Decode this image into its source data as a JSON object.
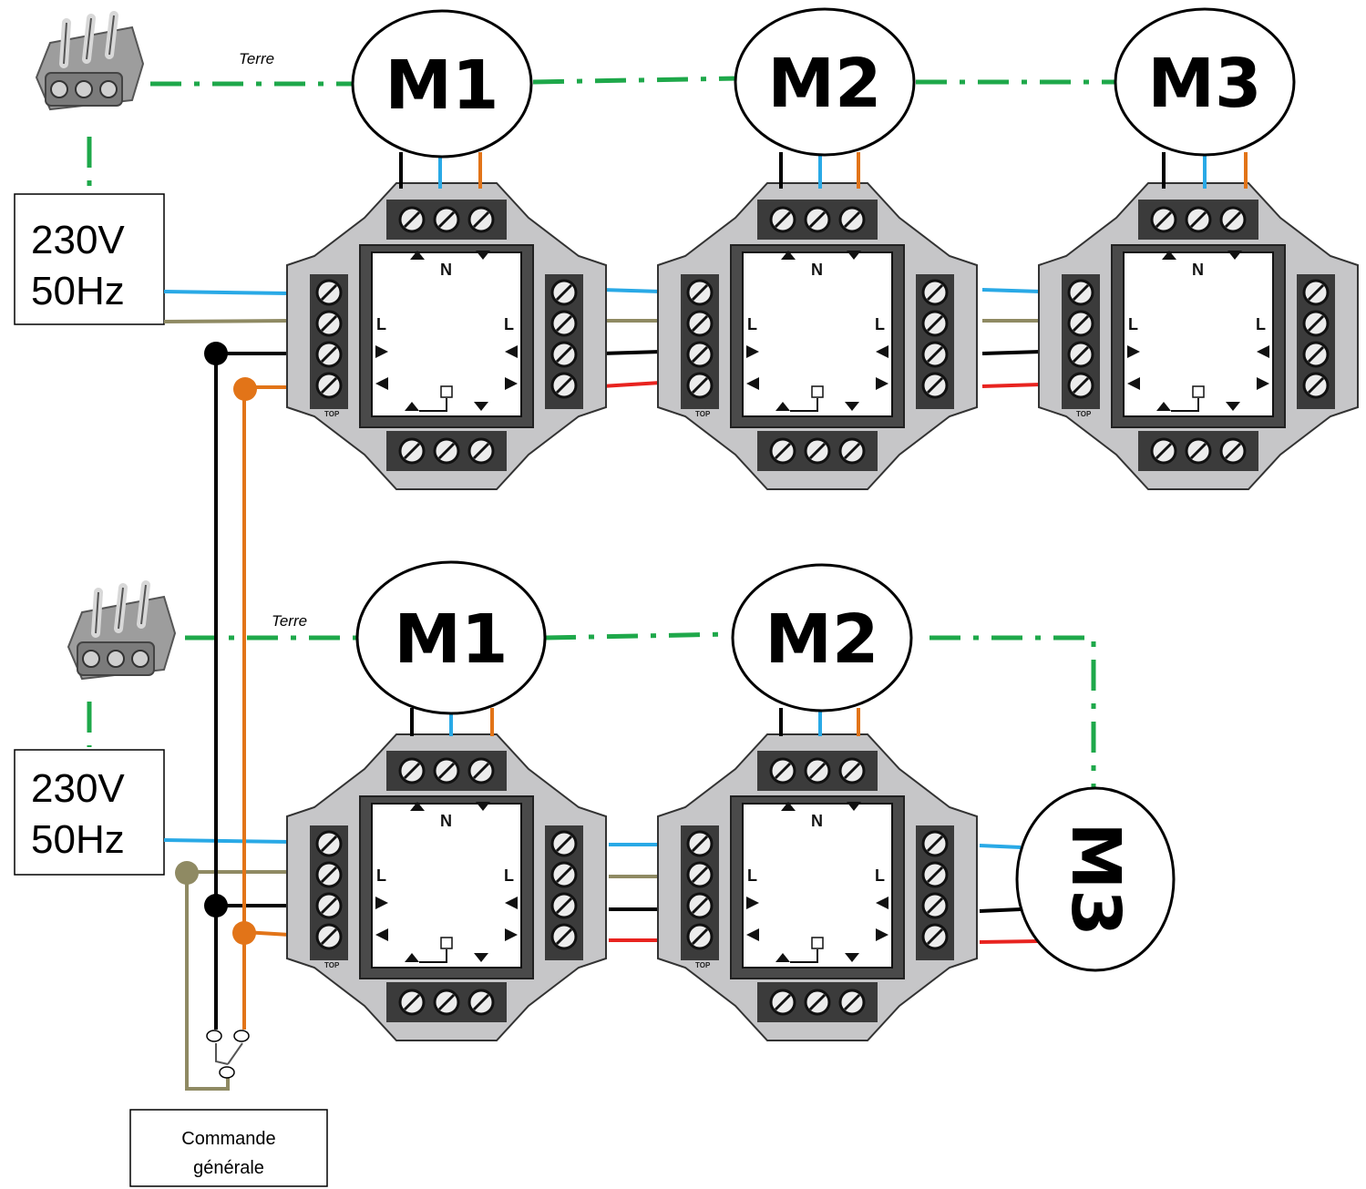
{
  "diagram": {
    "ground_label": "Terre",
    "top": {
      "supply": {
        "line1": "230V",
        "line2": "50Hz"
      },
      "motors": [
        "M1",
        "M2",
        "M3"
      ]
    },
    "bottom": {
      "supply": {
        "line1": "230V",
        "line2": "50Hz"
      },
      "motors": [
        "M1",
        "M2",
        "M3"
      ]
    },
    "command": {
      "line1": "Commande",
      "line2": "générale"
    },
    "module": {
      "pin_n": "N",
      "pin_l": "L",
      "top_mark": "TOP"
    },
    "wire_colors": {
      "ground": "#1ea84a",
      "neutral": "#29a9e6",
      "phase": "#8f8a63",
      "black": "#000000",
      "orange": "#e27418",
      "red": "#e8231f"
    }
  }
}
